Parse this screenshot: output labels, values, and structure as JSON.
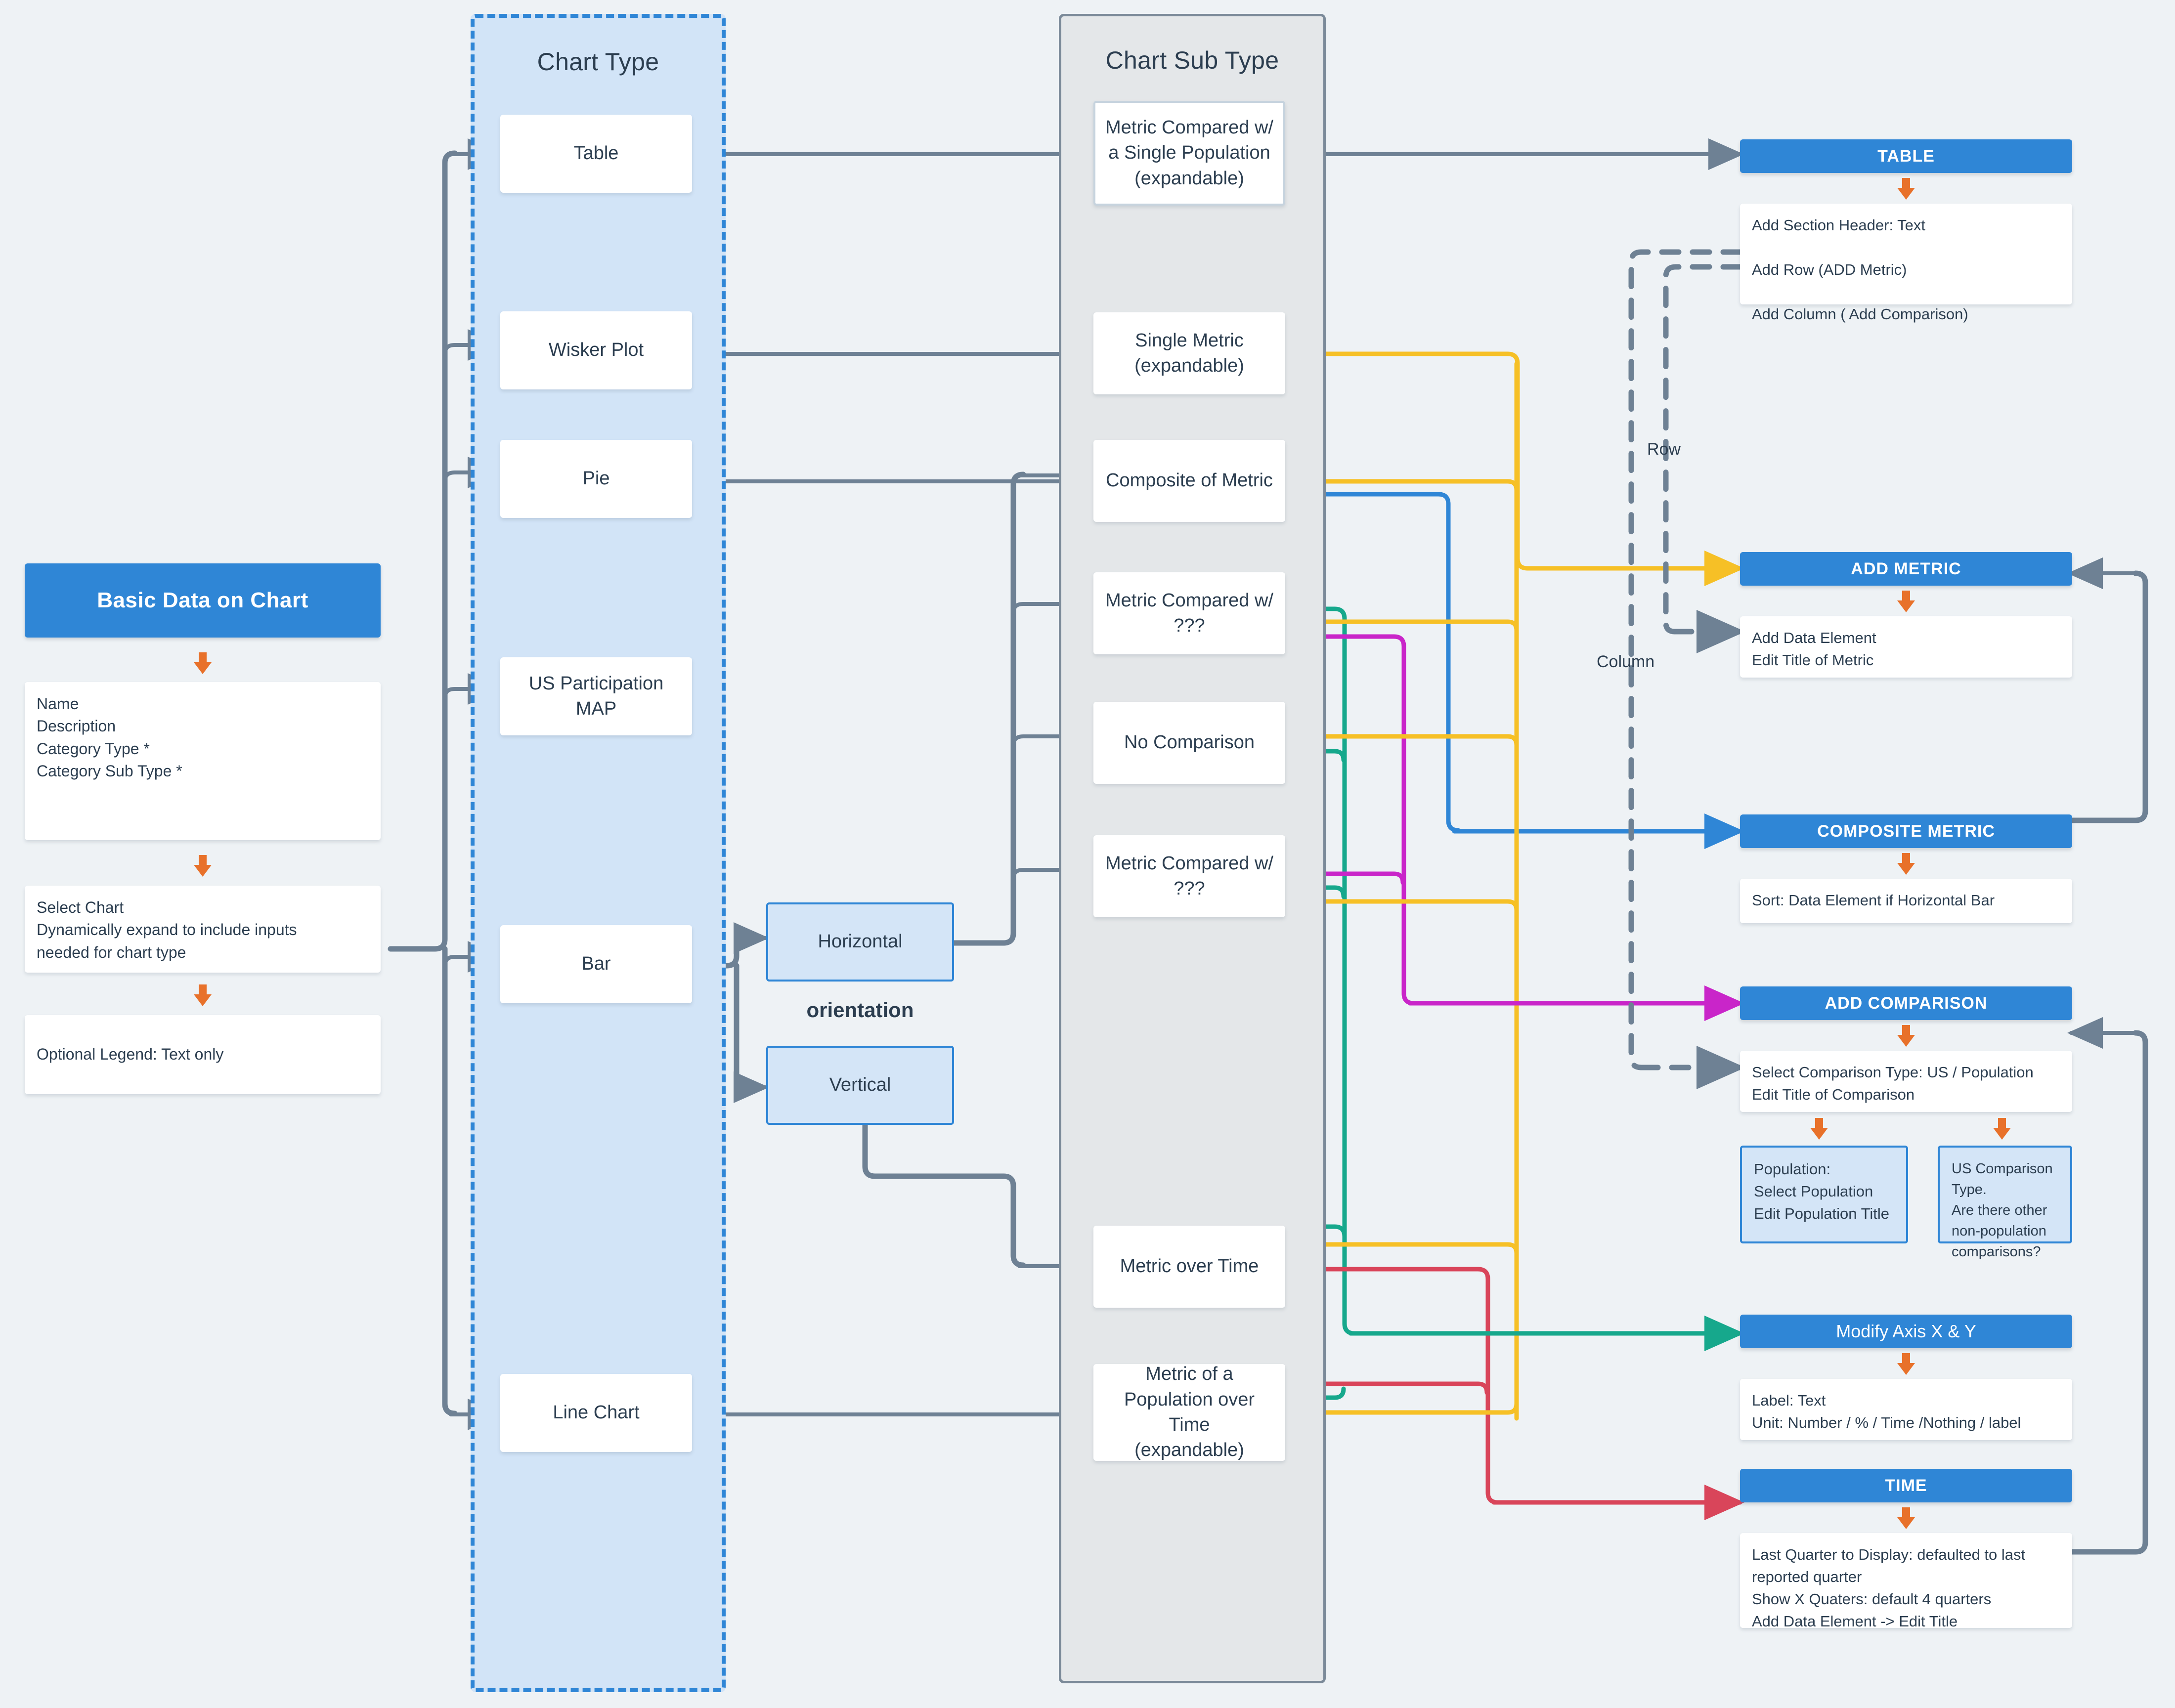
{
  "lanes": {
    "chart_type_title": "Chart Type",
    "chart_sub_type_title": "Chart Sub Type"
  },
  "start": {
    "header": "Basic Data on Chart",
    "fields": "Name\nDescription\nCategory Type *\nCategory Sub Type *",
    "select_chart": "Select Chart\nDynamically expand to include inputs\nneeded for chart type",
    "legend": "Optional Legend: Text only"
  },
  "chart_types": [
    {
      "label": "Table"
    },
    {
      "label": "Wisker Plot"
    },
    {
      "label": "Pie"
    },
    {
      "label": "US Participation MAP"
    },
    {
      "label": "Bar"
    },
    {
      "label": "Line Chart"
    }
  ],
  "orientation": {
    "caption": "orientation",
    "options": [
      {
        "label": "Horizontal"
      },
      {
        "label": "Vertical"
      }
    ]
  },
  "chart_sub_types": [
    {
      "label": "Metric Compared w/\na Single Population\n(expandable)"
    },
    {
      "label": "Single Metric\n(expandable)"
    },
    {
      "label": "Composite of Metric"
    },
    {
      "label": "Metric Compared w/\n???"
    },
    {
      "label": "No Comparison"
    },
    {
      "label": "Metric Compared w/\n???"
    },
    {
      "label": "Metric over Time"
    },
    {
      "label": "Metric of a\nPopulation over Time\n(expandable)"
    }
  ],
  "edge_labels": {
    "row": "Row",
    "column": "Column"
  },
  "actions": {
    "table": {
      "title": "TABLE",
      "body": "Add Section Header: Text\n\nAdd Row (ADD Metric)\n\nAdd Column ( Add Comparison)"
    },
    "add_metric": {
      "title": "ADD METRIC",
      "body": "Add Data Element\nEdit Title of Metric"
    },
    "composite_metric": {
      "title": "COMPOSITE METRIC",
      "body": "Sort: Data Element if Horizontal Bar"
    },
    "add_comparison": {
      "title": "ADD COMPARISON",
      "body": "Select Comparison Type: US / Population\nEdit Title of Comparison",
      "population": "Population:\nSelect Population\nEdit Population Title",
      "us_comparison": "US Comparison\nType.\nAre there other\nnon-population\ncomparisons?"
    },
    "modify_axis": {
      "title": "Modify Axis X & Y",
      "body": "Label: Text\nUnit: Number / % / Time  /Nothing / label"
    },
    "time": {
      "title": "TIME",
      "body": "Last Quarter to Display: defaulted to last\nreported quarter\nShow X Quaters: default 4 quarters\nAdd Data Element -> Edit Title"
    }
  },
  "colors": {
    "accent_blue": "#2f86d6",
    "orange_arrow": "#e8712a",
    "gray_wire": "#6e8194",
    "wire_yellow": "#f6c026",
    "wire_blue": "#2f86d6",
    "wire_teal": "#16a88c",
    "wire_magenta": "#c925c9",
    "wire_red": "#d9455a",
    "lane_chart_type_bg": "#d2e4f7",
    "lane_sub_type_bg": "#e4e7e9",
    "page_bg": "#eef2f5"
  }
}
